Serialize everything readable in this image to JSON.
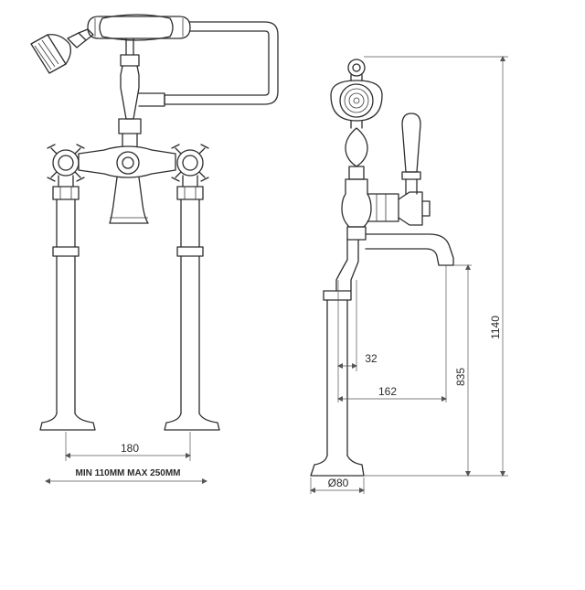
{
  "dimensions": {
    "center_spacing": "180",
    "range_note": "MIN 110MM  MAX 250MM",
    "total_height": "1140",
    "spout_height": "835",
    "spout_reach": "162",
    "pillar_offset": "32",
    "base_diameter": "Ø80"
  },
  "colors": {
    "line": "#2d2d2d",
    "dimension": "#555555",
    "background": "#ffffff"
  }
}
